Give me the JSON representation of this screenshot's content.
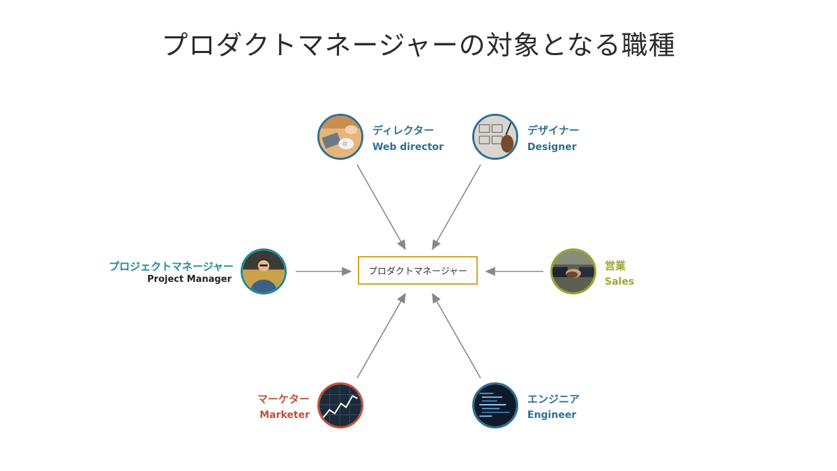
{
  "title": "プロダクトマネージャーの対象となる職種",
  "center": {
    "label": "プロダクトマネージャー"
  },
  "roles": {
    "director": {
      "jp": "ディレクター",
      "en": "Web director",
      "color": "#2d6f94",
      "icon": "laptop-photo-icon"
    },
    "designer": {
      "jp": "デザイナー",
      "en": "Designer",
      "color": "#2d6f94",
      "icon": "sketch-photo-icon"
    },
    "project_manager": {
      "jp": "プロジェクトマネージャー",
      "en": "Project Manager",
      "color": "#1d8a9a",
      "icon": "person-photo-icon"
    },
    "sales": {
      "jp": "営業",
      "en": "Sales",
      "color": "#9aa82d",
      "icon": "handshake-photo-icon"
    },
    "marketer": {
      "jp": "マーケター",
      "en": "Marketer",
      "color": "#c0503a",
      "icon": "chart-photo-icon"
    },
    "engineer": {
      "jp": "エンジニア",
      "en": "Engineer",
      "color": "#2d6f94",
      "icon": "code-photo-icon"
    }
  },
  "colors": {
    "center_border": "#d4a528",
    "arrow": "#888888"
  }
}
